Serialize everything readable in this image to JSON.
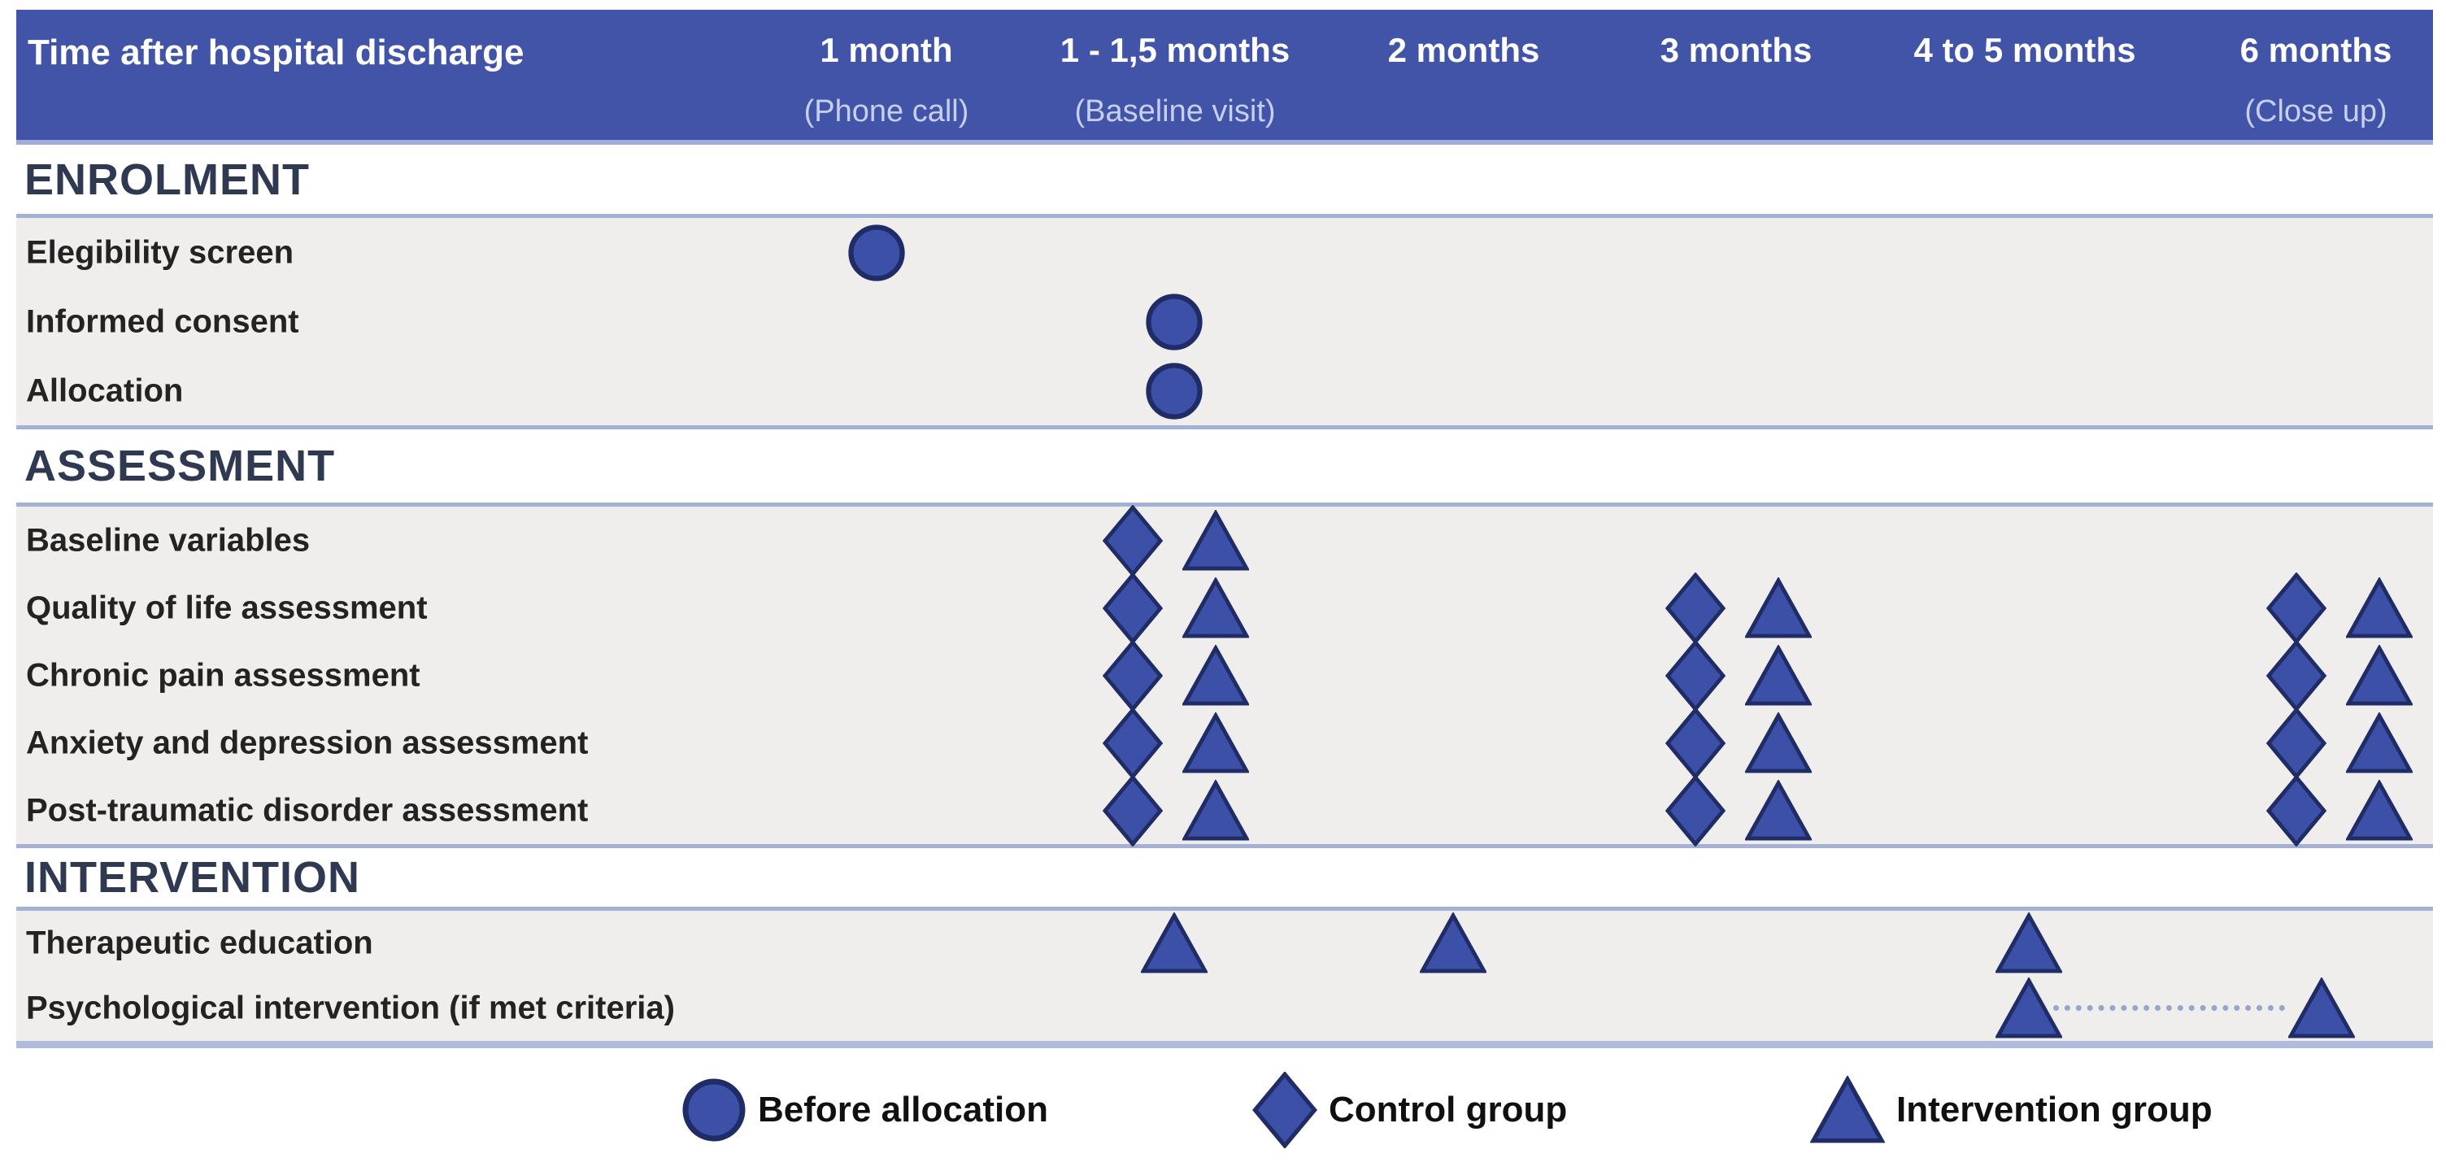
{
  "figure": {
    "type": "study-schedule",
    "description": "SPIRIT-style schedule of enrolment, assessments and interventions"
  },
  "header": {
    "row_label": "Time after hospital discharge",
    "columns": [
      {
        "label": "1 month",
        "sub": "(Phone call)"
      },
      {
        "label": "1 - 1,5 months",
        "sub": "(Baseline visit)"
      },
      {
        "label": "2 months",
        "sub": ""
      },
      {
        "label": "3 months",
        "sub": ""
      },
      {
        "label": "4 to 5 months",
        "sub": ""
      },
      {
        "label": "6 months",
        "sub": "(Close up)"
      }
    ]
  },
  "sections": [
    {
      "title": "ENROLMENT",
      "rows": [
        {
          "label": "Elegibility screen",
          "markers": [
            {
              "col": 0,
              "shape": "circle",
              "pos": "center"
            }
          ]
        },
        {
          "label": "Informed consent",
          "markers": [
            {
              "col": 1,
              "shape": "circle",
              "pos": "center"
            }
          ]
        },
        {
          "label": "Allocation",
          "markers": [
            {
              "col": 1,
              "shape": "circle",
              "pos": "center"
            }
          ]
        }
      ]
    },
    {
      "title": "ASSESSMENT",
      "rows": [
        {
          "label": "Baseline variables",
          "markers": [
            {
              "col": 1,
              "shape": "diamond",
              "pos": "left"
            },
            {
              "col": 1,
              "shape": "triangle",
              "pos": "right"
            }
          ]
        },
        {
          "label": "Quality of life assessment",
          "markers": [
            {
              "col": 1,
              "shape": "diamond",
              "pos": "left"
            },
            {
              "col": 1,
              "shape": "triangle",
              "pos": "right"
            },
            {
              "col": 3,
              "shape": "diamond",
              "pos": "left"
            },
            {
              "col": 3,
              "shape": "triangle",
              "pos": "right"
            },
            {
              "col": 5,
              "shape": "diamond",
              "pos": "left"
            },
            {
              "col": 5,
              "shape": "triangle",
              "pos": "right"
            }
          ]
        },
        {
          "label": "Chronic pain assessment",
          "markers": [
            {
              "col": 1,
              "shape": "diamond",
              "pos": "left"
            },
            {
              "col": 1,
              "shape": "triangle",
              "pos": "right"
            },
            {
              "col": 3,
              "shape": "diamond",
              "pos": "left"
            },
            {
              "col": 3,
              "shape": "triangle",
              "pos": "right"
            },
            {
              "col": 5,
              "shape": "diamond",
              "pos": "left"
            },
            {
              "col": 5,
              "shape": "triangle",
              "pos": "right"
            }
          ]
        },
        {
          "label": "Anxiety and depression assessment",
          "markers": [
            {
              "col": 1,
              "shape": "diamond",
              "pos": "left"
            },
            {
              "col": 1,
              "shape": "triangle",
              "pos": "right"
            },
            {
              "col": 3,
              "shape": "diamond",
              "pos": "left"
            },
            {
              "col": 3,
              "shape": "triangle",
              "pos": "right"
            },
            {
              "col": 5,
              "shape": "diamond",
              "pos": "left"
            },
            {
              "col": 5,
              "shape": "triangle",
              "pos": "right"
            }
          ]
        },
        {
          "label": "Post-traumatic disorder assessment",
          "markers": [
            {
              "col": 1,
              "shape": "diamond",
              "pos": "left"
            },
            {
              "col": 1,
              "shape": "triangle",
              "pos": "right"
            },
            {
              "col": 3,
              "shape": "diamond",
              "pos": "left"
            },
            {
              "col": 3,
              "shape": "triangle",
              "pos": "right"
            },
            {
              "col": 5,
              "shape": "diamond",
              "pos": "left"
            },
            {
              "col": 5,
              "shape": "triangle",
              "pos": "right"
            }
          ]
        }
      ]
    },
    {
      "title": "INTERVENTION",
      "rows": [
        {
          "label": "Therapeutic education",
          "markers": [
            {
              "col": 1,
              "shape": "triangle",
              "pos": "center"
            },
            {
              "col": 2,
              "shape": "triangle",
              "pos": "center"
            },
            {
              "col": 4,
              "shape": "triangle",
              "pos": "center"
            }
          ]
        },
        {
          "label": "Psychological intervention (if met criteria)",
          "markers": [
            {
              "col": 4,
              "shape": "triangle",
              "pos": "center"
            },
            {
              "col": 5,
              "shape": "triangle",
              "pos": "center",
              "shift": -20
            }
          ],
          "connector": {
            "from_col": 4,
            "to_col": 5
          }
        }
      ]
    }
  ],
  "legend": [
    {
      "shape": "circle",
      "label": "Before allocation"
    },
    {
      "shape": "diamond",
      "label": "Control group"
    },
    {
      "shape": "triangle",
      "label": "Intervention group"
    }
  ],
  "colors": {
    "header_bg": "#4254a8",
    "header_sub": "#c6cfee",
    "band_underline": "#9fadd8",
    "sep": "#a3b1d7",
    "sep_thick": "#aebcde",
    "row_bg": "#f0eeec",
    "marker_fill": "#3c50a8",
    "marker_stroke": "#202c66",
    "section_title_color": "#2f3a52",
    "row_label_color": "#232323",
    "legend_text": "#101010",
    "dash_color": "#96a5d0"
  }
}
